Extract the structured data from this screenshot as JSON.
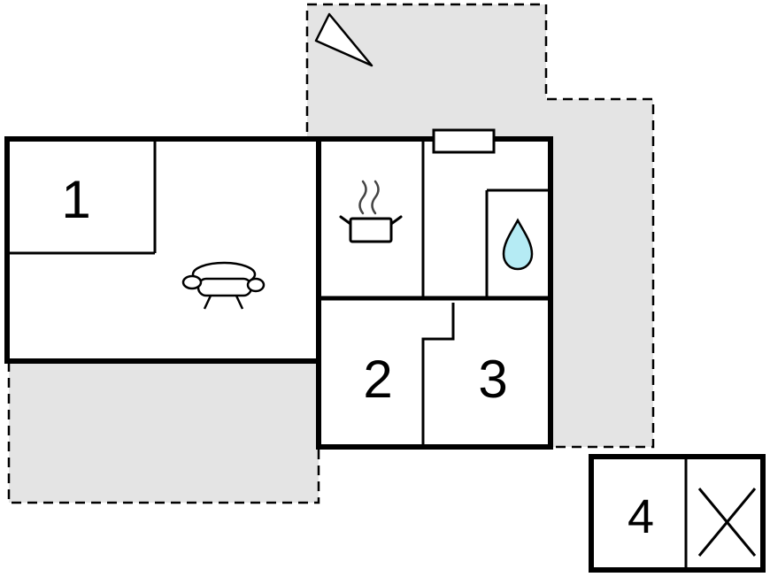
{
  "plan": {
    "type": "floor-plan",
    "rooms": [
      {
        "label": "1"
      },
      {
        "label": "2"
      },
      {
        "label": "3"
      },
      {
        "label": "4"
      }
    ],
    "icons": {
      "north_arrow": "north-arrow-icon",
      "sofa": "sofa-icon",
      "stove_steam": "stove-steam-icon",
      "water_drop": "water-drop-icon",
      "window_vent": "window-vent-icon",
      "window_cross": "window-cross-icon"
    },
    "colors": {
      "terrace_fill": "#e4e4e4",
      "wall": "#000000",
      "water_drop_fill": "#b5ebf4"
    }
  }
}
